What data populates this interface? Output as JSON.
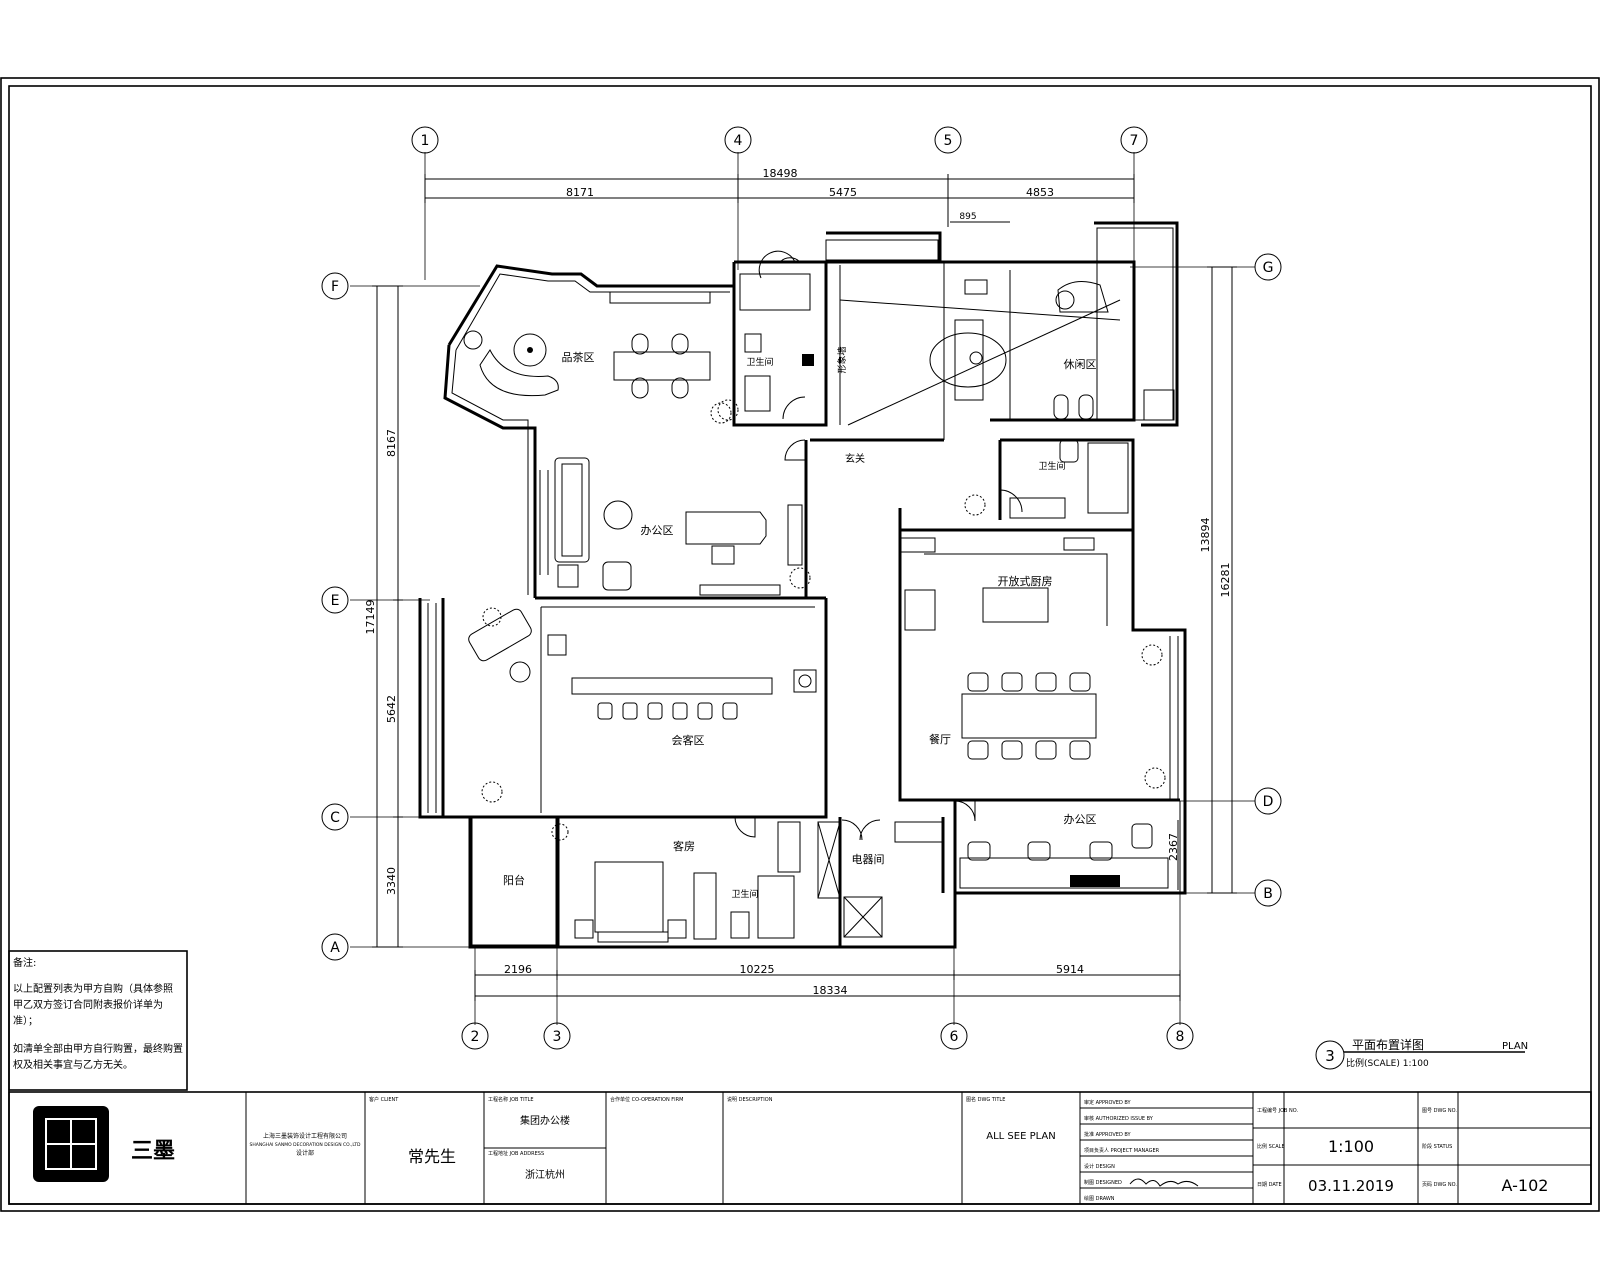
{
  "grid": {
    "top": [
      "1",
      "4",
      "5",
      "7"
    ],
    "bottom": [
      "2",
      "3",
      "6",
      "8"
    ],
    "left": [
      "F",
      "E",
      "C",
      "A"
    ],
    "right": [
      "G",
      "D",
      "B"
    ]
  },
  "dimensions": {
    "top_total": "18498",
    "top_segments": [
      "8171",
      "5475",
      "4853"
    ],
    "top_small": "895",
    "bottom_segments": [
      "2196",
      "10225",
      "5914"
    ],
    "bottom_total": "18334",
    "left_total": "17149",
    "left_segments": [
      "8167",
      "5642",
      "3340"
    ],
    "right_outer": "16281",
    "right_inner": "13894",
    "right_small": "2367"
  },
  "rooms": {
    "tea_area": "品茶区",
    "office_area": "办公区",
    "bathroom_1": "卫生间",
    "bathroom_2": "卫生间",
    "bathroom_3": "卫生间",
    "leisure_area": "休闲区",
    "dressing_wall": "形象墙",
    "hallway": "玄关",
    "open_kitchen": "开放式厨房",
    "dining": "餐厅",
    "reception": "会客区",
    "guest_room": "客房",
    "balcony": "阳台",
    "utility": "电器间",
    "work_area": "办公区"
  },
  "notes": {
    "heading": "备注:",
    "line1": "以上配置列表为甲方自购（具体参照",
    "line2": "甲乙双方签订合同附表报价详单为",
    "line3": "准）；",
    "line4": "如清单全部由甲方自行购置，最终购置",
    "line5": "权及相关事宜与乙方无关。"
  },
  "plan_label": {
    "number": "3",
    "title": "平面布置详图",
    "title_en": "PLAN",
    "scale": "比例(SCALE) 1:100"
  },
  "title_block": {
    "logo_text": "三墨",
    "company_line1": "上海三墨装饰设计工程有限公司",
    "company_line2": "SHANGHAI SANMO DECORATION DESIGN CO.,LTD",
    "dept": "设计部",
    "client_label": "客户 CLIENT",
    "client": "常先生",
    "job_title_label": "工程名称 JOB TITLE",
    "job_title": "集团办公楼",
    "job_address_label": "工程地址 JOB ADDRESS",
    "job_address": "浙江杭州",
    "coop_label": "合作单位 CO-OPERATION FIRM",
    "desc_label": "说明 DESCRIPTION",
    "drawing_label": "图名 DWG TITLE",
    "drawing": "ALL  SEE  PLAN",
    "approval_rows": [
      "审定 APPROVED BY",
      "审核 AUTHORIZED ISSUE BY",
      "批准 APPROVED BY",
      "项目负责人 PROJECT MANAGER",
      "设计 DESIGN",
      "制图 DESIGNED",
      "绘图 DRAWN"
    ],
    "job_no_label": "工程编号 JOB NO.",
    "scale_label": "比例 SCALE",
    "scale": "1:100",
    "date_label": "日期 DATE",
    "date": "03.11.2019",
    "status_label": "阶段 STATUS",
    "drawing_no_label": "图号 DWG NO.",
    "sheet_label": "页码 DWG NO.",
    "sheet": "A-102"
  }
}
